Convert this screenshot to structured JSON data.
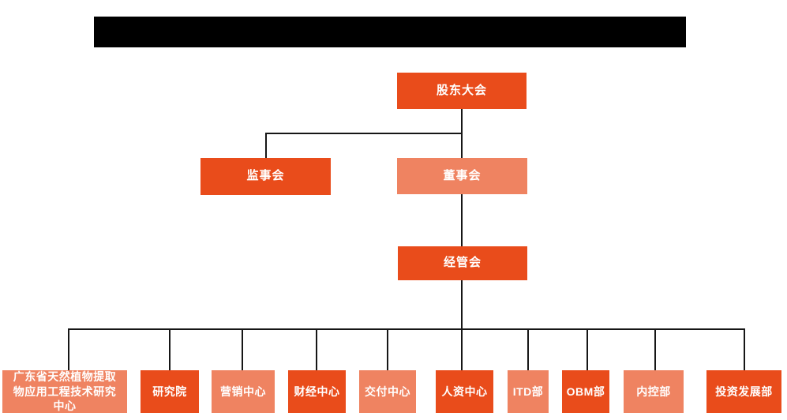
{
  "colors": {
    "page_bg": "#ffffff",
    "node_primary": "#E94C1B",
    "node_secondary": "#EF8361",
    "connector": "#161616",
    "redacted_bar": "#000000",
    "node_text": "#ffffff"
  },
  "title_bar": {
    "kind": "redacted-black-rectangle",
    "text": ""
  },
  "org_chart": {
    "nodes": [
      {
        "id": "shareholders-meeting",
        "label": "股东大会",
        "level": 1,
        "variant": "primary"
      },
      {
        "id": "supervisory-board",
        "label": "监事会",
        "level": 2,
        "variant": "primary"
      },
      {
        "id": "board-of-directors",
        "label": "董事会",
        "level": 2,
        "variant": "secondary"
      },
      {
        "id": "management-committee",
        "label": "经管会",
        "level": 3,
        "variant": "primary"
      },
      {
        "id": "research-center",
        "label": "广东省天然植物提取物应用工程技术研究中心",
        "level": 4,
        "variant": "secondary"
      },
      {
        "id": "research-institute",
        "label": "研究院",
        "level": 4,
        "variant": "primary"
      },
      {
        "id": "marketing-center",
        "label": "营销中心",
        "level": 4,
        "variant": "secondary"
      },
      {
        "id": "finance-center",
        "label": "财经中心",
        "level": 4,
        "variant": "primary"
      },
      {
        "id": "delivery-center",
        "label": "交付中心",
        "level": 4,
        "variant": "secondary"
      },
      {
        "id": "hr-center",
        "label": "人资中心",
        "level": 4,
        "variant": "primary"
      },
      {
        "id": "itd-department",
        "label": "ITD部",
        "level": 4,
        "variant": "secondary"
      },
      {
        "id": "obm-department",
        "label": "OBM部",
        "level": 4,
        "variant": "primary"
      },
      {
        "id": "internal-control-dept",
        "label": "内控部",
        "level": 4,
        "variant": "secondary"
      },
      {
        "id": "investment-development-dept",
        "label": "投资发展部",
        "level": 4,
        "variant": "primary"
      }
    ]
  }
}
